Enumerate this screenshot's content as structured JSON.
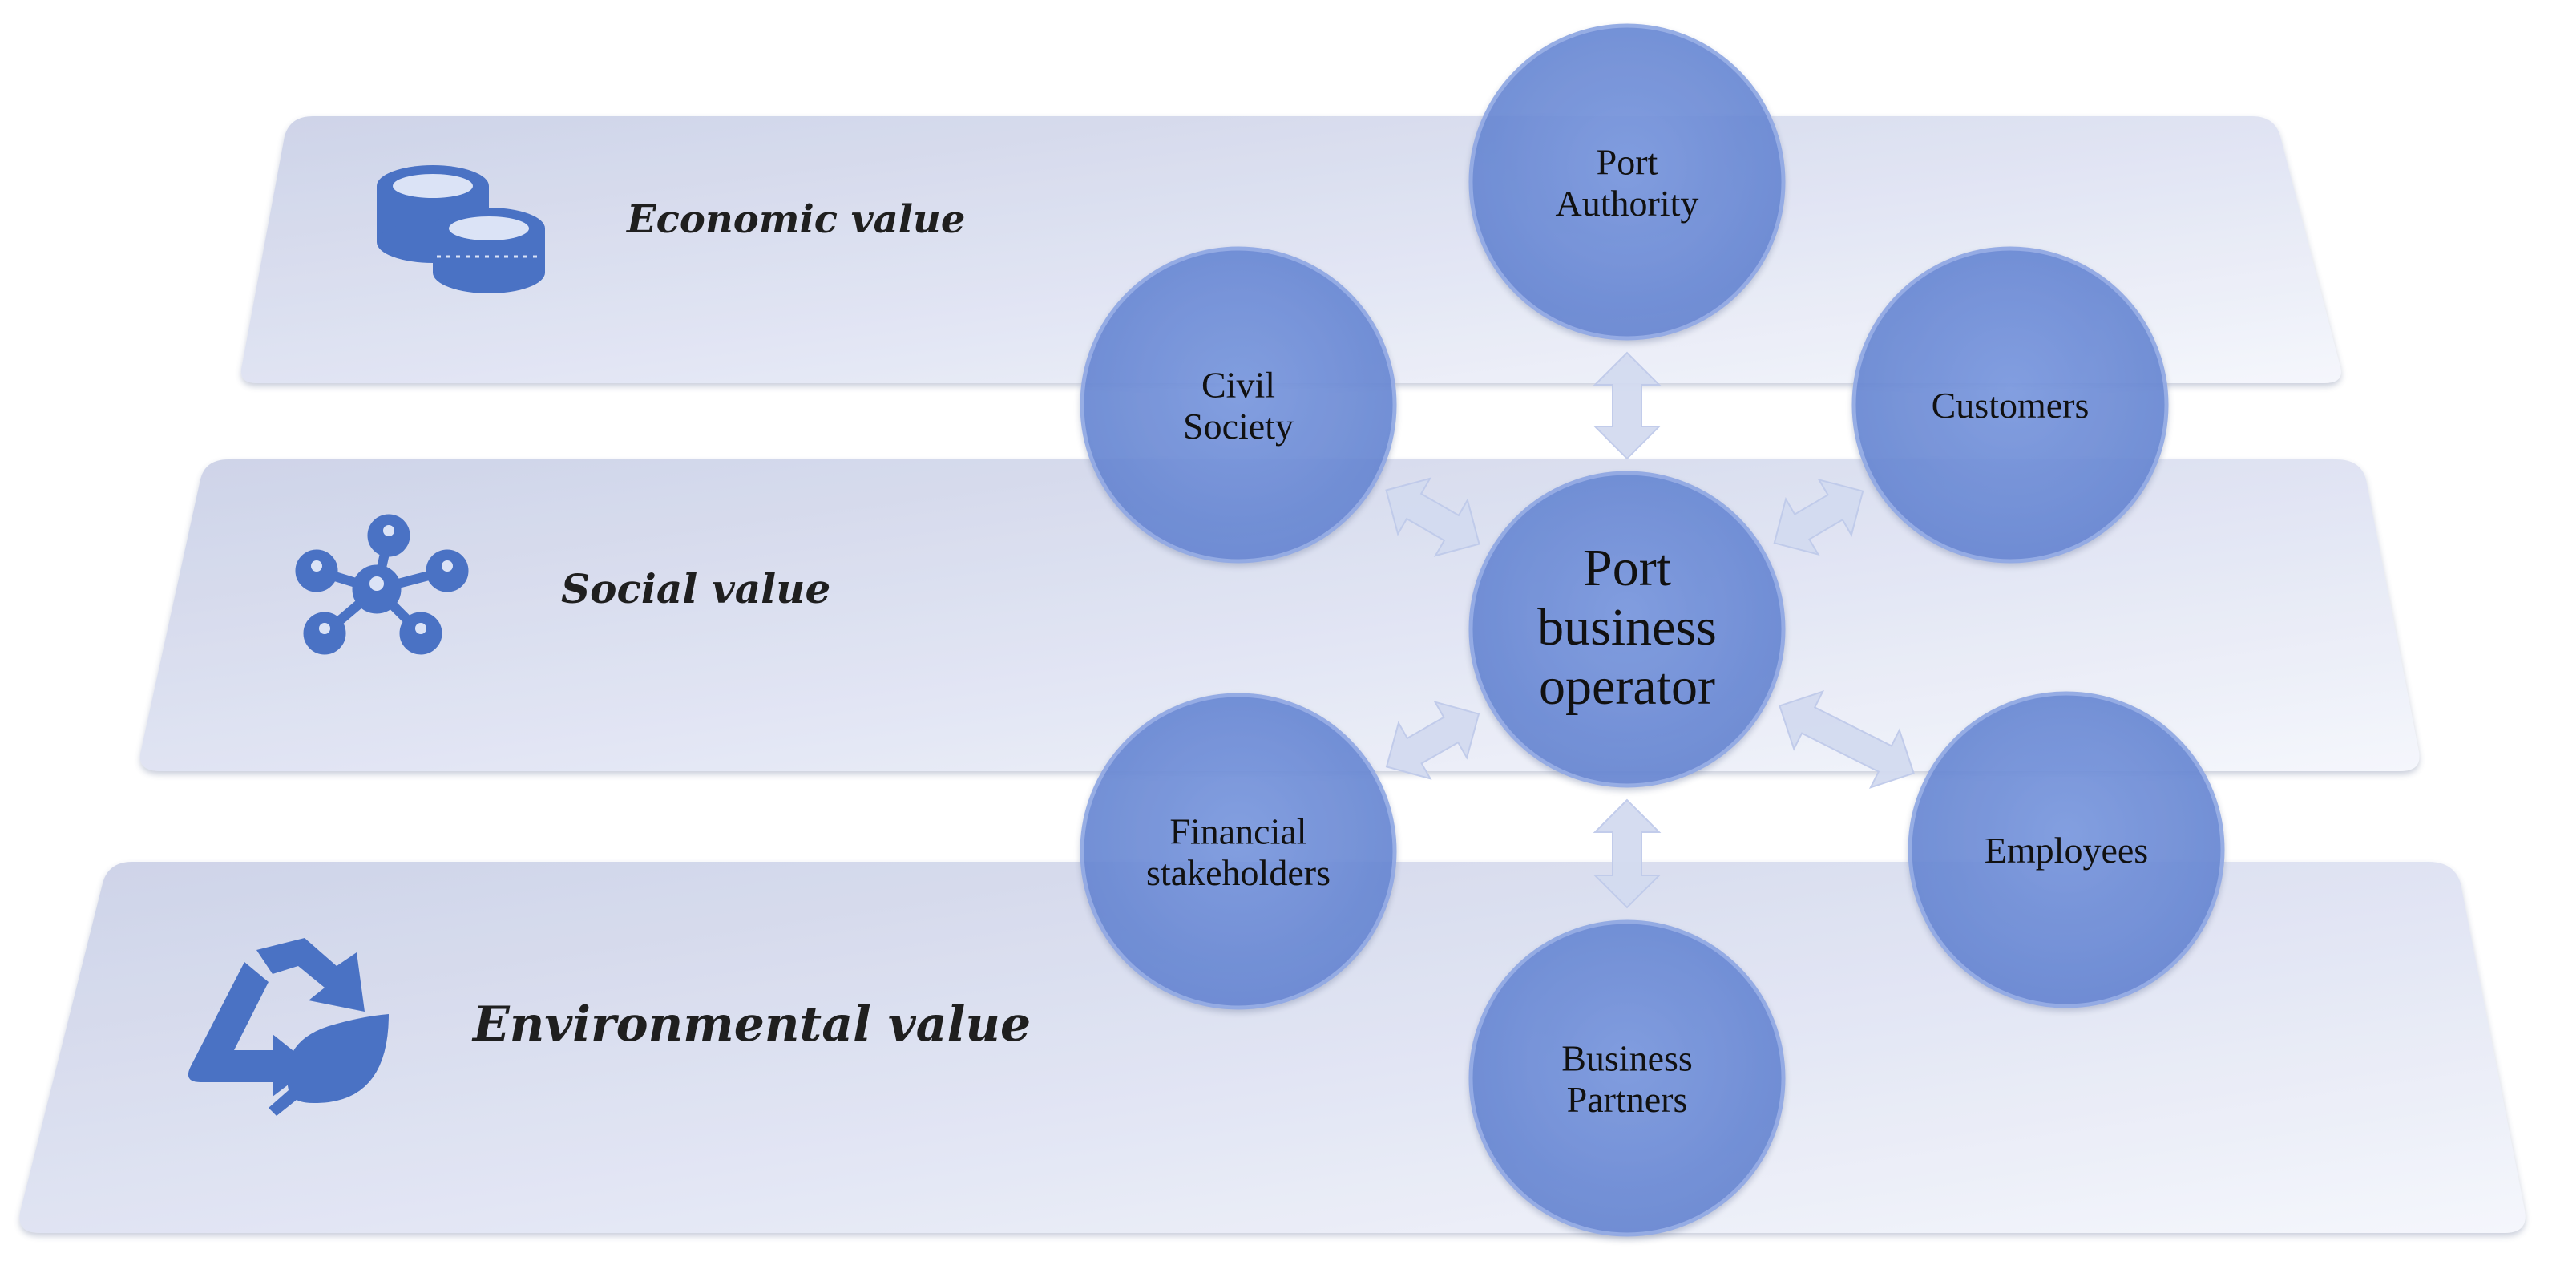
{
  "colors": {
    "band_fill_light": "#eceff9",
    "band_fill_dark": "#c9cfe6",
    "circle_fill": "#6e8ed8",
    "circle_stroke": "#8fa7e3",
    "icon_color": "#4a72c4",
    "arrow_fill": "#d3dbf0",
    "text": "#111111"
  },
  "bands": [
    {
      "id": "economic",
      "label": "Economic value",
      "icon": "coins-icon"
    },
    {
      "id": "social",
      "label": "Social value",
      "icon": "network-icon"
    },
    {
      "id": "environmental",
      "label": "Environmental value",
      "icon": "recycle-leaf-icon"
    }
  ],
  "center": {
    "lines": [
      "Port",
      "business",
      "operator"
    ]
  },
  "stakeholders": [
    {
      "id": "port-authority",
      "lines": [
        "Port",
        "Authority"
      ]
    },
    {
      "id": "customers",
      "lines": [
        "Customers"
      ]
    },
    {
      "id": "employees",
      "lines": [
        "Employees"
      ]
    },
    {
      "id": "business-partners",
      "lines": [
        "Business",
        "Partners"
      ]
    },
    {
      "id": "financial-stakeholders",
      "lines": [
        "Financial",
        "stakeholders"
      ]
    },
    {
      "id": "civil-society",
      "lines": [
        "Civil",
        "Society"
      ]
    }
  ]
}
